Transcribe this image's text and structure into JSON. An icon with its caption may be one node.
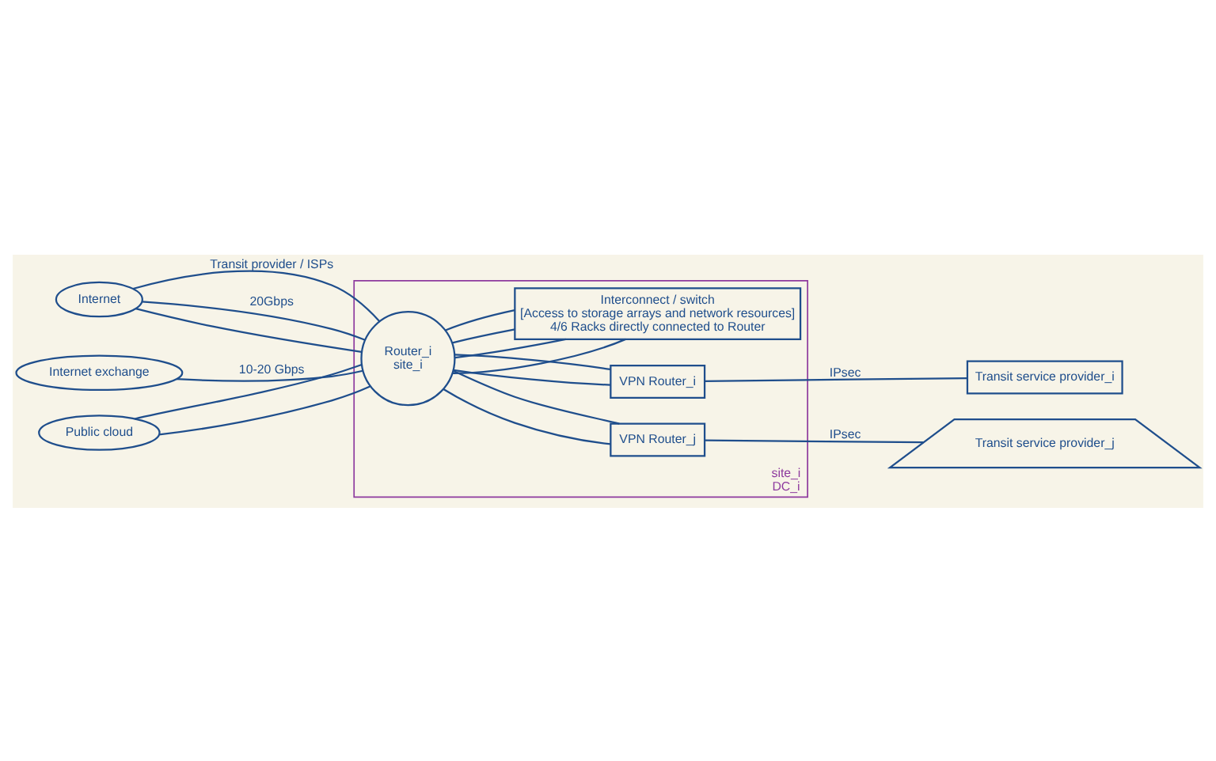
{
  "diagram": {
    "nodes": [
      {
        "text": [
          "site_i",
          "DC_i"
        ]
      },
      {
        "text": [
          "Internet"
        ]
      },
      {
        "text": [
          "Router_i",
          "site_i"
        ],
        "in": 0
      },
      {
        "text": [
          "VPN Router_i"
        ],
        "in": 0
      },
      {
        "text": [
          "VPN Router_j"
        ],
        "in": 0
      },
      {
        "text": [
          "Internet exchange"
        ]
      },
      {
        "text": [
          "Public cloud"
        ]
      },
      {
        "text": [
          "Interconnect / switch",
          "[Access to storage arrays and network resources]",
          "4/6 Racks directly connected to Router"
        ],
        "in": 0
      },
      {
        "text": [
          "Transit service provider_i"
        ]
      },
      {
        "text": [
          "Transit service provider_j"
        ]
      }
    ],
    "edges": [
      {
        "from": 1,
        "to": 2,
        "arrow": "none",
        "label": "Transit provider / ISPs"
      },
      {
        "from": 1,
        "to": 2,
        "arrow": "none",
        "label": "20Gbps"
      },
      {
        "from": 1,
        "to": 2,
        "arrow": "none"
      },
      {
        "from": 2,
        "to": 3,
        "arrow": "none"
      },
      {
        "from": 2,
        "to": 3,
        "arrow": "none"
      },
      {
        "from": 2,
        "to": 4,
        "arrow": "none"
      },
      {
        "from": 2,
        "to": 4,
        "arrow": "none"
      },
      {
        "from": 5,
        "to": 2,
        "arrow": "none",
        "label": "10-20 Gbps"
      },
      {
        "from": 6,
        "to": 2,
        "arrow": "none"
      },
      {
        "from": 6,
        "to": 2,
        "arrow": "none"
      },
      {
        "from": 2,
        "to": 7,
        "arrow": "none"
      },
      {
        "from": 2,
        "to": 7,
        "arrow": "none"
      },
      {
        "from": 2,
        "to": 7,
        "arrow": "none"
      },
      {
        "from": 2,
        "to": 7,
        "arrow": "none"
      },
      {
        "from": 3,
        "to": 8,
        "arrow": "none",
        "label": "IPsec"
      },
      {
        "from": 4,
        "to": 9,
        "arrow": "none",
        "label": "IPsec"
      }
    ]
  }
}
